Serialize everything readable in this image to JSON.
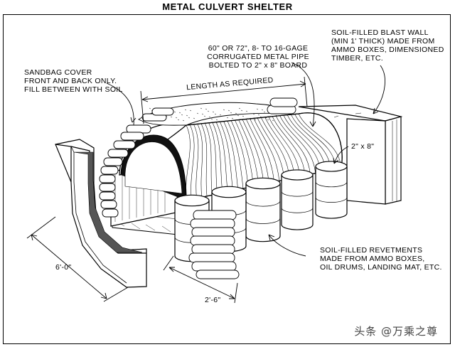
{
  "title": "METAL CULVERT SHELTER",
  "labels": {
    "sandbag_cover": [
      "SANDBAG COVER",
      "FRONT AND BACK ONLY.",
      "FILL BETWEEN WITH SOIL"
    ],
    "pipe": [
      "60\" OR 72\", 8- TO 16-GAGE",
      "CORRUGATED METAL PIPE",
      "BOLTED TO 2\" x 8\" BOARD"
    ],
    "blast_wall": [
      "SOIL-FILLED BLAST WALL",
      "(MIN 1' THICK) MADE FROM",
      "AMMO BOXES, DIMENSIONED",
      "TIMBER, ETC."
    ],
    "length": "LENGTH AS REQUIRED",
    "board": "2\" x 8\"",
    "revetments": [
      "SOIL-FILLED REVETMENTS",
      "MADE FROM AMMO BOXES,",
      "OIL DRUMS, LANDING MAT, ETC."
    ],
    "dim_wall": "6'-0\"",
    "dim_depth": "2'-6\""
  },
  "watermark": "头条 @万乘之尊"
}
